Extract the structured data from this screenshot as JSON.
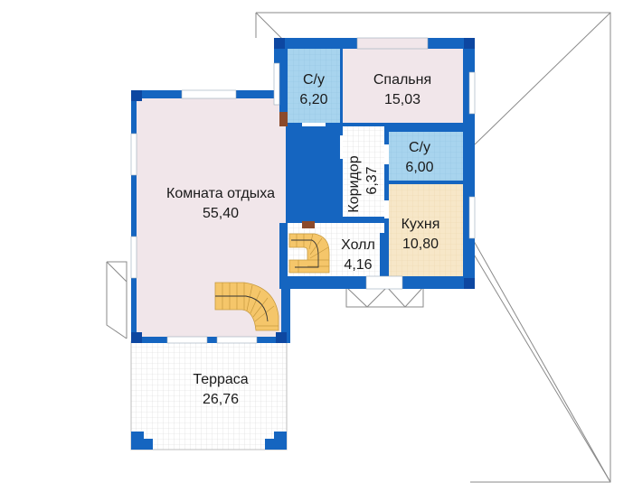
{
  "rooms": {
    "bath1": {
      "name": "С/у",
      "area": "6,20"
    },
    "bedroom": {
      "name": "Спальня",
      "area": "15,03"
    },
    "bath2": {
      "name": "С/у",
      "area": "6,00"
    },
    "corridor": {
      "name": "Коридор",
      "area": "6,37"
    },
    "living": {
      "name": "Комната отдыха",
      "area": "55,40"
    },
    "kitchen": {
      "name": "Кухня",
      "area": "10,80"
    },
    "hall": {
      "name": "Холл",
      "area": "4,16"
    },
    "terrace": {
      "name": "Терраса",
      "area": "26,76"
    }
  },
  "colors": {
    "wall": "#1565c0",
    "floor_living": "#f1e6ea",
    "floor_wet": "#a8d4ee",
    "floor_kitchen": "#f7e7c8",
    "floor_tile": "#ffffff",
    "stairs": "#f5c66a",
    "roof_line": "#777777"
  }
}
